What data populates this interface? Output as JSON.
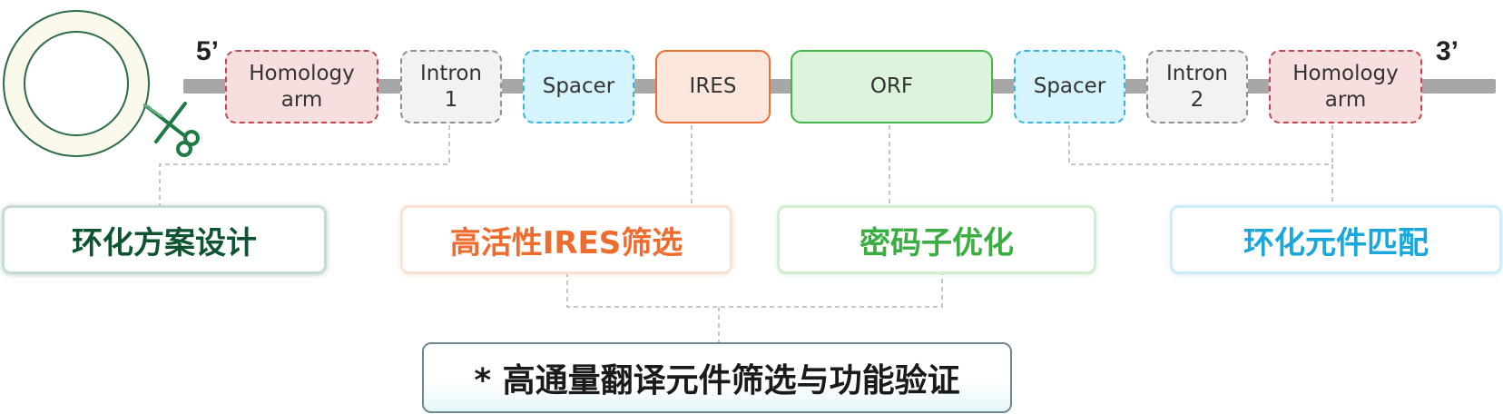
{
  "construct": {
    "five_prime": "5’",
    "three_prime": "3’",
    "segments": {
      "homology_arm_left": "Homology\narm",
      "intron_1": "Intron\n1",
      "spacer_left": "Spacer",
      "ires": "IRES",
      "orf": "ORF",
      "spacer_right": "Spacer",
      "intron_2": "Intron\n2",
      "homology_arm_right": "Homology\narm"
    }
  },
  "features": {
    "circular_design": "环化方案设计",
    "ires_screening": "高活性IRES筛选",
    "codon_optimization": "密码子优化",
    "element_matching": "环化元件匹配",
    "bottom": "* 高通量翻译元件筛选与功能验证"
  },
  "icons": [
    "circular-rna-icon",
    "scissors-icon"
  ],
  "colors": {
    "homology_arm": "#c0474f",
    "intron": "#8f8f8f",
    "spacer": "#3cb3de",
    "ires": "#e96f33",
    "orf": "#46b649",
    "design_text": "#0f5431",
    "ires_text": "#ee6c2e",
    "codon_text": "#3bae41",
    "matching_text": "#1aa7dc"
  }
}
